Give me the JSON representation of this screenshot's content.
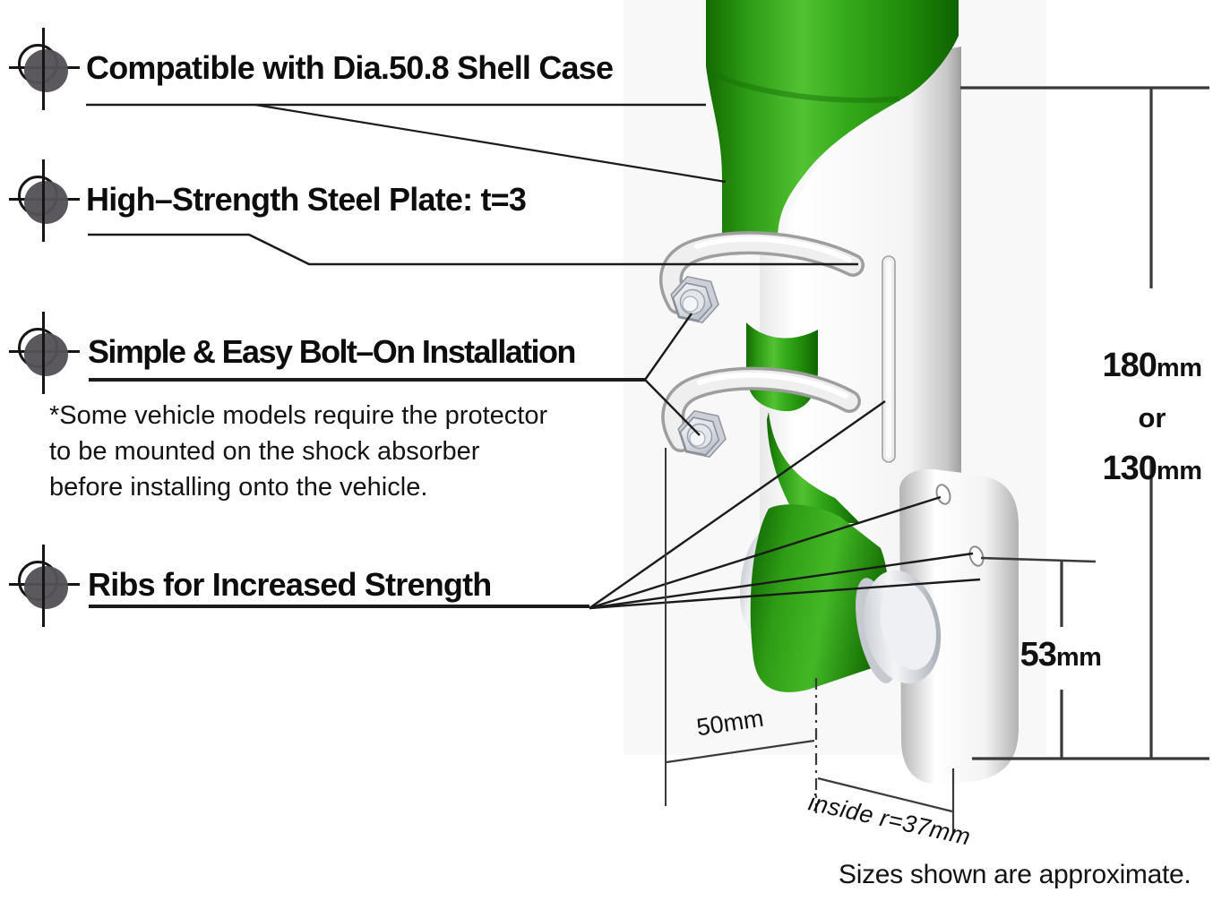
{
  "features": [
    {
      "label": "Compatible with Dia.50.8 Shell Case"
    },
    {
      "label": "High–Strength Steel Plate: t=3"
    },
    {
      "label": "Simple & Easy Bolt–On Installation",
      "note_lines": [
        "*Some vehicle models require the protector",
        "to be mounted on the shock absorber",
        "before installing onto the vehicle."
      ]
    },
    {
      "label": "Ribs for Increased Strength"
    }
  ],
  "dimensions": {
    "height": {
      "num1": "180",
      "unit1": "mm",
      "conj": "or",
      "num2": "130",
      "unit2": "mm"
    },
    "depth": {
      "num": "53",
      "unit": "mm"
    },
    "width": {
      "label": "50mm"
    },
    "inside_radius": {
      "label": "inside r=37mm"
    }
  },
  "footnote": "Sizes shown are approximate.",
  "icons": {
    "bullet": "target-crosshair-icon"
  },
  "colors": {
    "shock_green": "#2c9a14",
    "green_highlight": "#52c233",
    "green_dark": "#156f04",
    "plate_white": "#f2f2f2",
    "plate_shadow": "#a8a8a8",
    "metal_silver": "#dfe3e9",
    "leader_line": "#1b1b1b",
    "dimension_line": "#3a3a3a",
    "bullet_disc": "#555257",
    "panel_bg": "#f8f8f8"
  }
}
